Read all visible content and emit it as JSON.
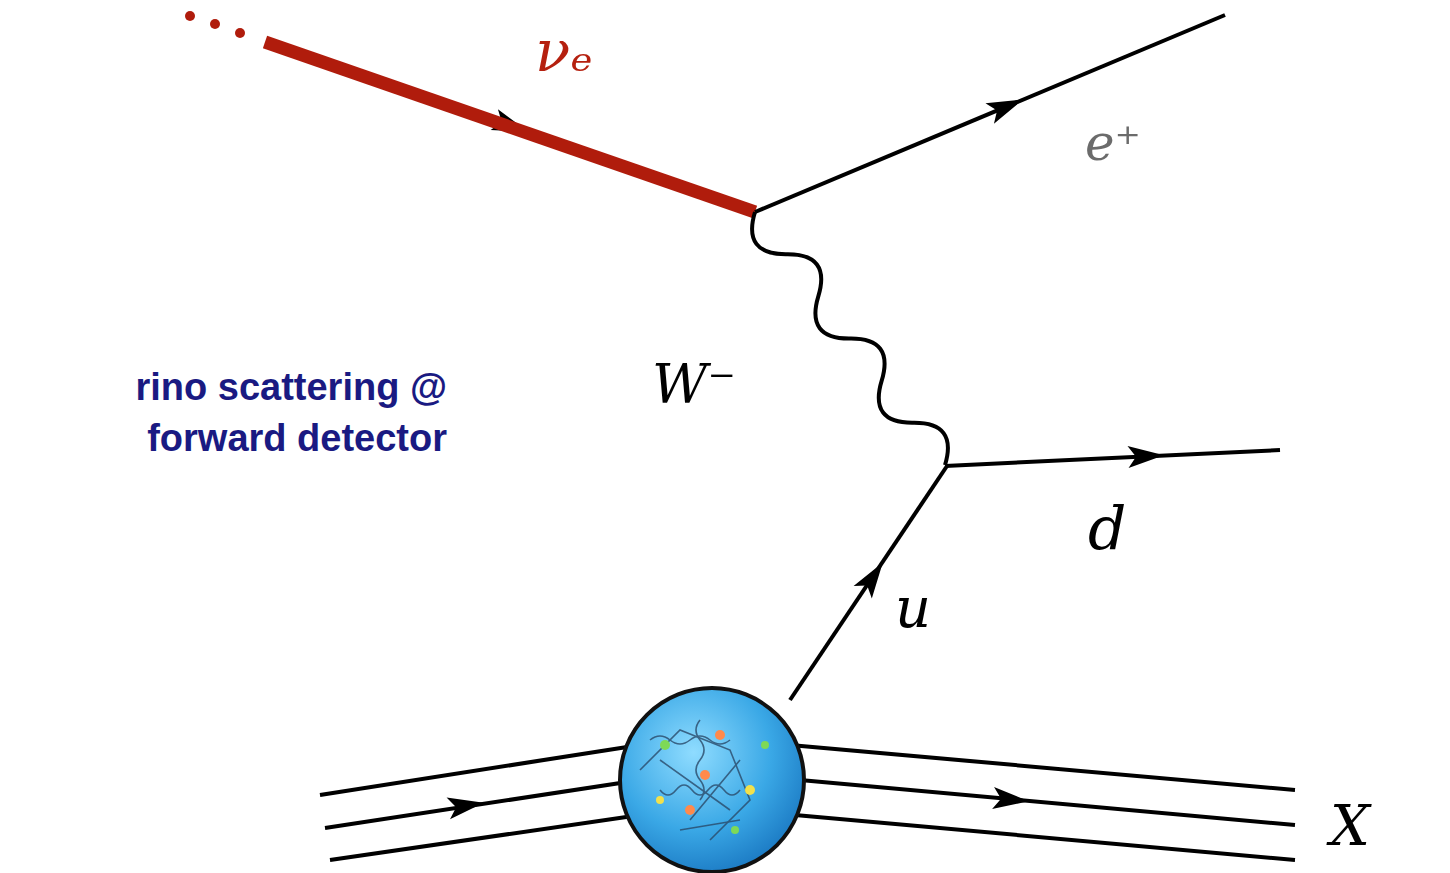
{
  "diagram": {
    "labels": [
      "νₑ",
      "e⁺",
      "rino scattering @ forward detector",
      "W⁻",
      "d",
      "u",
      "X"
    ]
  }
}
